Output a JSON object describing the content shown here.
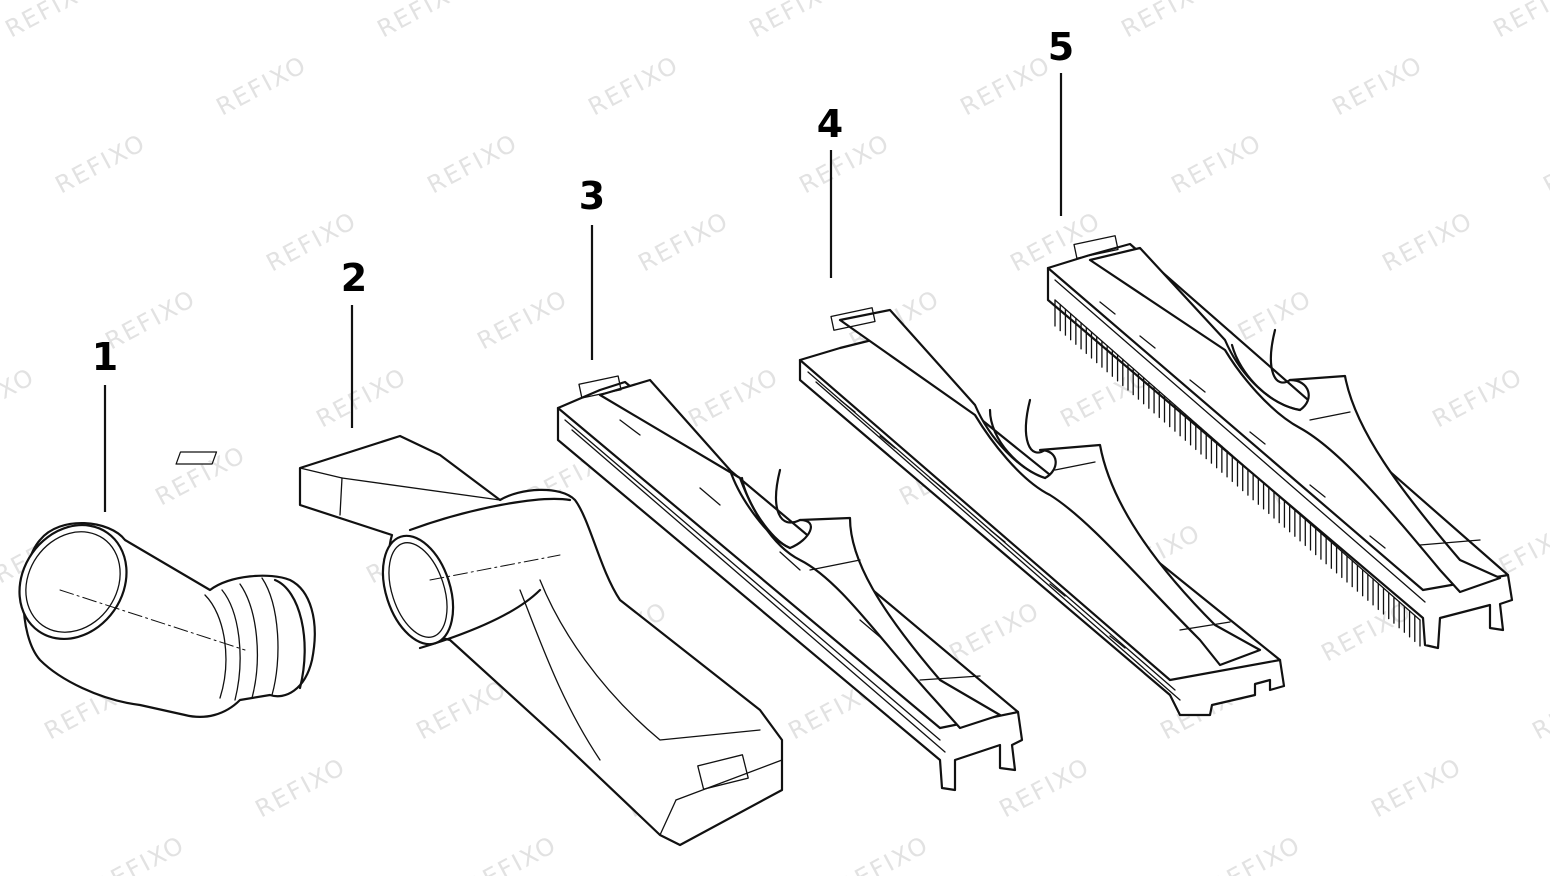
{
  "diagram": {
    "watermark_text": "REFIXO",
    "callouts": [
      {
        "label": "1",
        "part": "angled-elbow-adapter"
      },
      {
        "label": "2",
        "part": "floor-nozzle-body"
      },
      {
        "label": "3",
        "part": "insert-rubber-lip"
      },
      {
        "label": "4",
        "part": "insert-plain-lip"
      },
      {
        "label": "5",
        "part": "insert-brush-strip"
      }
    ]
  }
}
